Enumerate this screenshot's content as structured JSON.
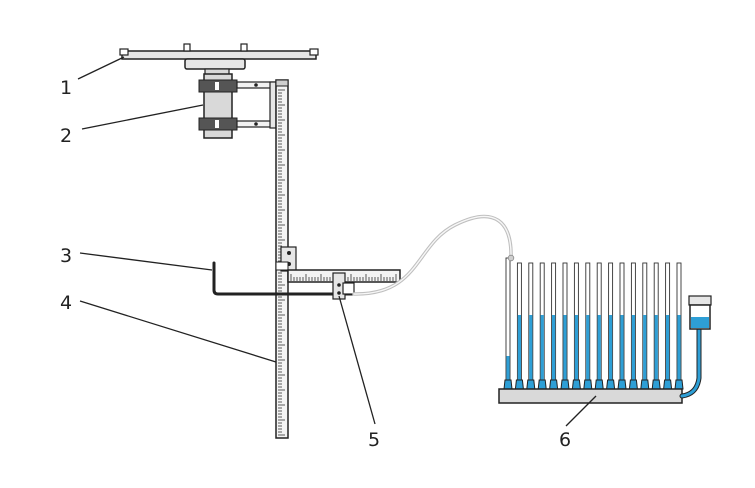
{
  "colors": {
    "line": "#222222",
    "body": "#e6e6e6",
    "tube": "#cfcfcf",
    "liquid": "#2e9fd6",
    "background": "#ffffff"
  },
  "callouts": [
    {
      "id": "1",
      "label": "1"
    },
    {
      "id": "2",
      "label": "2"
    },
    {
      "id": "3",
      "label": "3"
    },
    {
      "id": "4",
      "label": "4"
    },
    {
      "id": "5",
      "label": "5"
    },
    {
      "id": "6",
      "label": "6"
    }
  ],
  "manometer": {
    "tube_count": 16,
    "reservoir_fill_fraction": 0.5
  }
}
